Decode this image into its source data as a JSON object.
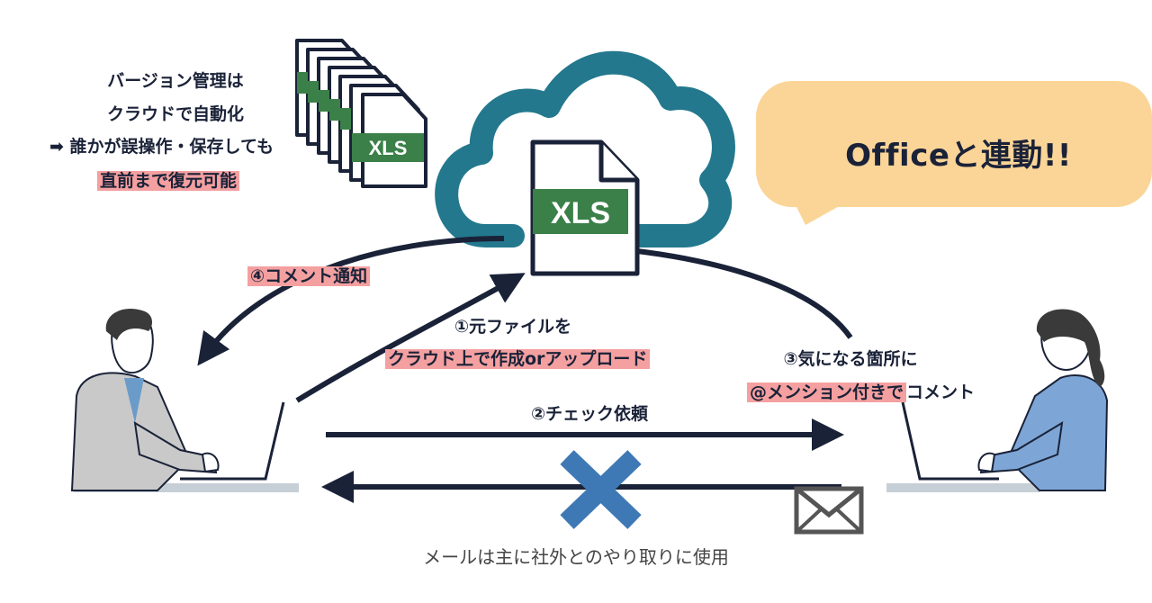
{
  "version_note": {
    "line1": "バージョン管理は",
    "line2": "クラウドで自動化",
    "line3": "➡ 誰かが誤操作・保存しても",
    "line4": "直前まで復元可能"
  },
  "file_label": "XLS",
  "bubble": {
    "text": "Officeと連動!!"
  },
  "step4": {
    "text": "④コメント通知"
  },
  "step1": {
    "line1": "①元ファイルを",
    "line2": "クラウド上で作成orアップロード"
  },
  "step3": {
    "line1": "③気になる箇所に",
    "line2_highlight": "@メンション付きで",
    "line2_rest": "コメント"
  },
  "step2": {
    "text": "②チェック依頼"
  },
  "email_note": "メールは主に社外とのやり取りに使用",
  "colors": {
    "navy": "#1a2238",
    "cloud": "#23788d",
    "xls_green": "#3b8049",
    "highlight": "#f4a0a0",
    "bubble": "#fbd597",
    "cross": "#3f79b5"
  }
}
